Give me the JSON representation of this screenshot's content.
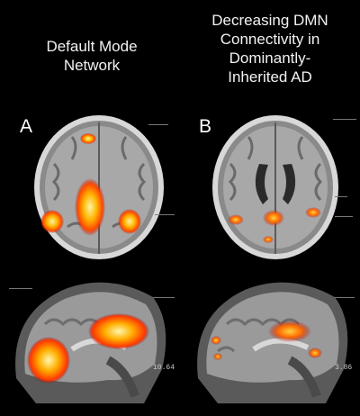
{
  "titles": {
    "a": [
      "Default Mode",
      "Network"
    ],
    "b": [
      "Decreasing DMN",
      "Connectivity in",
      "Dominantly-",
      "Inherited AD"
    ]
  },
  "panels": {
    "a_label": "A",
    "b_label": "B"
  },
  "scale_values": {
    "a": "10.64",
    "b": "3.86"
  },
  "colors": {
    "background": "#000000",
    "activation_hot": "#ff2a00",
    "activation_core": "#ffe060"
  }
}
